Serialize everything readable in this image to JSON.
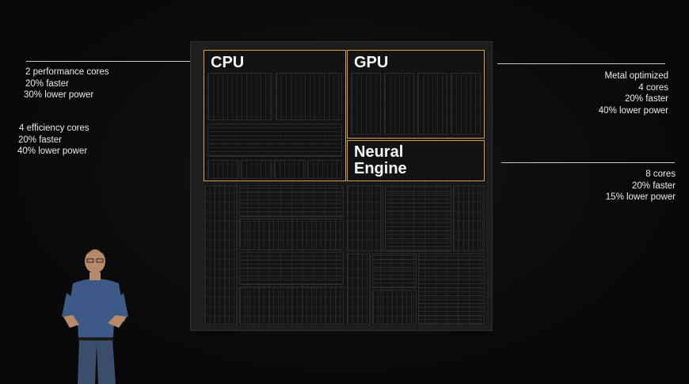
{
  "chip": {
    "blocks": {
      "cpu": "CPU",
      "gpu": "GPU",
      "neural_engine": [
        "Neural",
        "Engine"
      ]
    }
  },
  "annotations": {
    "performance_cores": [
      "2 performance cores",
      "20% faster",
      "30% lower power"
    ],
    "efficiency_cores": [
      "4 efficiency cores",
      "20% faster",
      "40% lower power"
    ],
    "gpu": [
      "Metal optimized",
      "4 cores",
      "20% faster",
      "40% lower power"
    ],
    "neural_engine": [
      "8 cores",
      "20% faster",
      "15% lower power"
    ]
  },
  "colors": {
    "background": "#0a0909",
    "block_outline": "#d9a536",
    "text": "#ececec"
  }
}
